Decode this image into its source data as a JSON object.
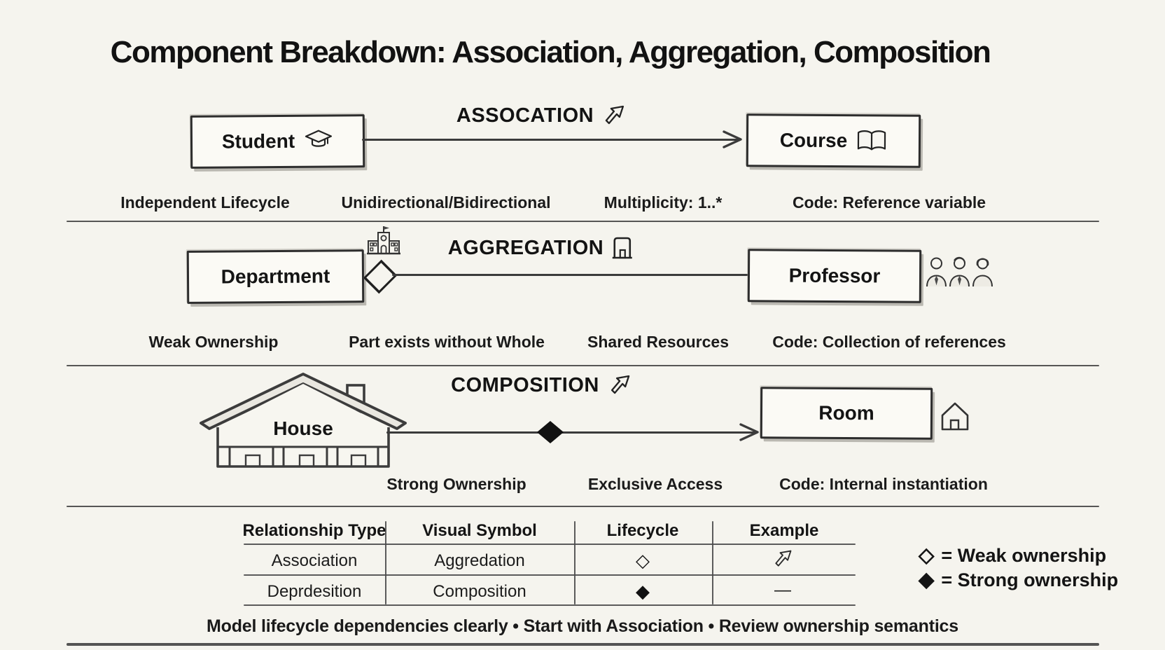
{
  "title": "Component Breakdown: Association, Aggregation, Composition",
  "rows": [
    {
      "id": "association",
      "heading": "ASSOCATION",
      "heading_icon": "ne-arrow",
      "left_box": "Student",
      "left_icon": "graduation-cap",
      "right_box": "Course",
      "right_icon": "open-book",
      "connector": "arrow",
      "labels": [
        "Independent Lifecycle",
        "Unidirectional/Bidirectional",
        "Multiplicity: 1..*",
        "Code: Reference variable"
      ]
    },
    {
      "id": "aggregation",
      "heading": "AGGREGATION",
      "heading_icon": "building",
      "left_box": "Department",
      "left_icon": "school-building",
      "right_box": "Professor",
      "right_icon": "people-group",
      "connector": "hollow-diamond",
      "labels": [
        "Weak Ownership",
        "Part exists without Whole",
        "Shared Resources",
        "Code: Collection of references"
      ]
    },
    {
      "id": "composition",
      "heading": "COMPOSITION",
      "heading_icon": "ne-arrow",
      "left_box": "House",
      "left_icon": "house-drawing",
      "right_box": "Room",
      "right_icon": "house-outline",
      "connector": "filled-diamond-arrow",
      "labels": [
        "Strong Ownership",
        "Exclusive Access",
        "Code: Internal instantiation"
      ]
    }
  ],
  "table": {
    "headers": [
      "Relationship Type",
      "Visual Symbol",
      "Lifecycle",
      "Example"
    ],
    "rows": [
      [
        "Association",
        "Aggredation",
        "◇",
        "↗"
      ],
      [
        "Deprdesition",
        "Composition",
        "◆",
        "—"
      ]
    ]
  },
  "legend": [
    {
      "symbol": "◇",
      "label": "= Weak ownership"
    },
    {
      "symbol": "◆",
      "label": "= Strong ownership"
    }
  ],
  "footer": "Model lifecycle dependencies clearly • Start with Association • Review ownership semantics",
  "colors": {
    "background": "#f5f4ee",
    "ink": "#1a1a1a"
  }
}
